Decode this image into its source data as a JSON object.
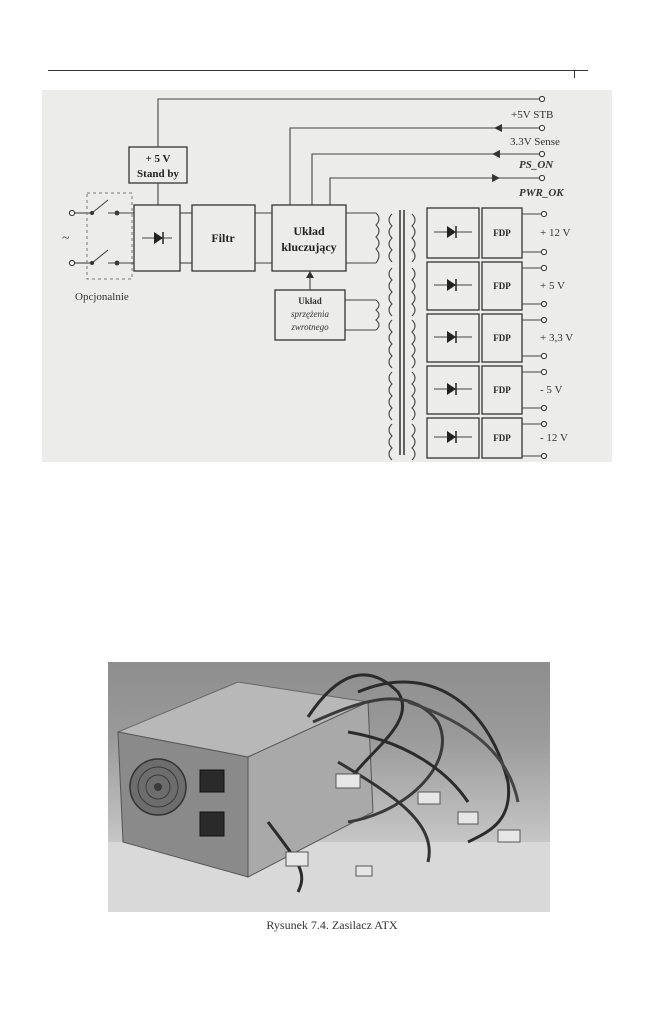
{
  "diagram": {
    "standby_box": [
      "+ 5 V",
      "Stand by"
    ],
    "filter_label": "Filtr",
    "switching_label": [
      "Układ",
      "kluczujący"
    ],
    "feedback_label": [
      "Układ",
      "sprzężenia",
      "zwrotnego"
    ],
    "optional_label": "Opcjonalnie",
    "ac_symbol": "~",
    "signals": [
      "+5V STB",
      "3.3V Sense",
      "PS_ON",
      "PWR_OK"
    ],
    "fdp_label": "FDP",
    "outputs": [
      "+ 12 V",
      "+ 5 V",
      "+ 3,3 V",
      "- 5 V",
      "- 12 V"
    ]
  },
  "photo": {
    "description_alt": "Zasilacz ATX"
  },
  "caption": "Rysunek 7.4. Zasilacz ATX"
}
